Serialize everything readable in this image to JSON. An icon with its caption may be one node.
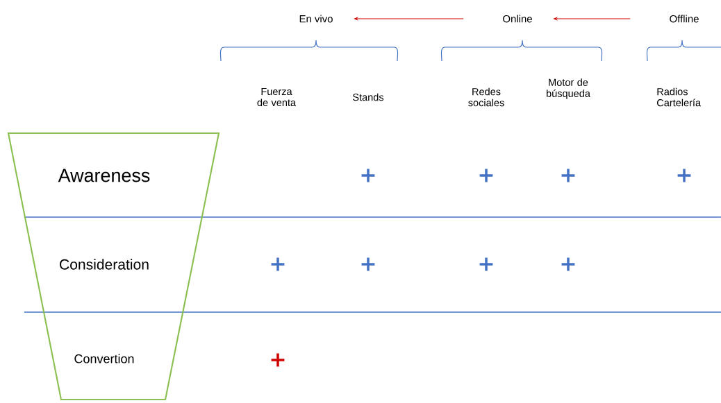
{
  "diagram": {
    "nodes": [
      {
        "text": [
          "En vivo"
        ]
      },
      {
        "text": [
          "Online"
        ]
      },
      {
        "text": [
          "Offline"
        ]
      },
      {
        "text": [
          "Awareness",
          "Consideration",
          "Convertion"
        ]
      }
    ],
    "edges": [
      {
        "from": 1,
        "to": 0,
        "arrow": "to"
      },
      {
        "from": 2,
        "to": 1,
        "arrow": "to"
      }
    ],
    "labels": [
      "Fuerza de venta",
      "Stands",
      "Redes sociales",
      "Motor de búsqueda",
      "Radios Cartelería",
      "+",
      "+",
      "+",
      "+",
      "+",
      "+",
      "+",
      "+",
      "+"
    ]
  }
}
